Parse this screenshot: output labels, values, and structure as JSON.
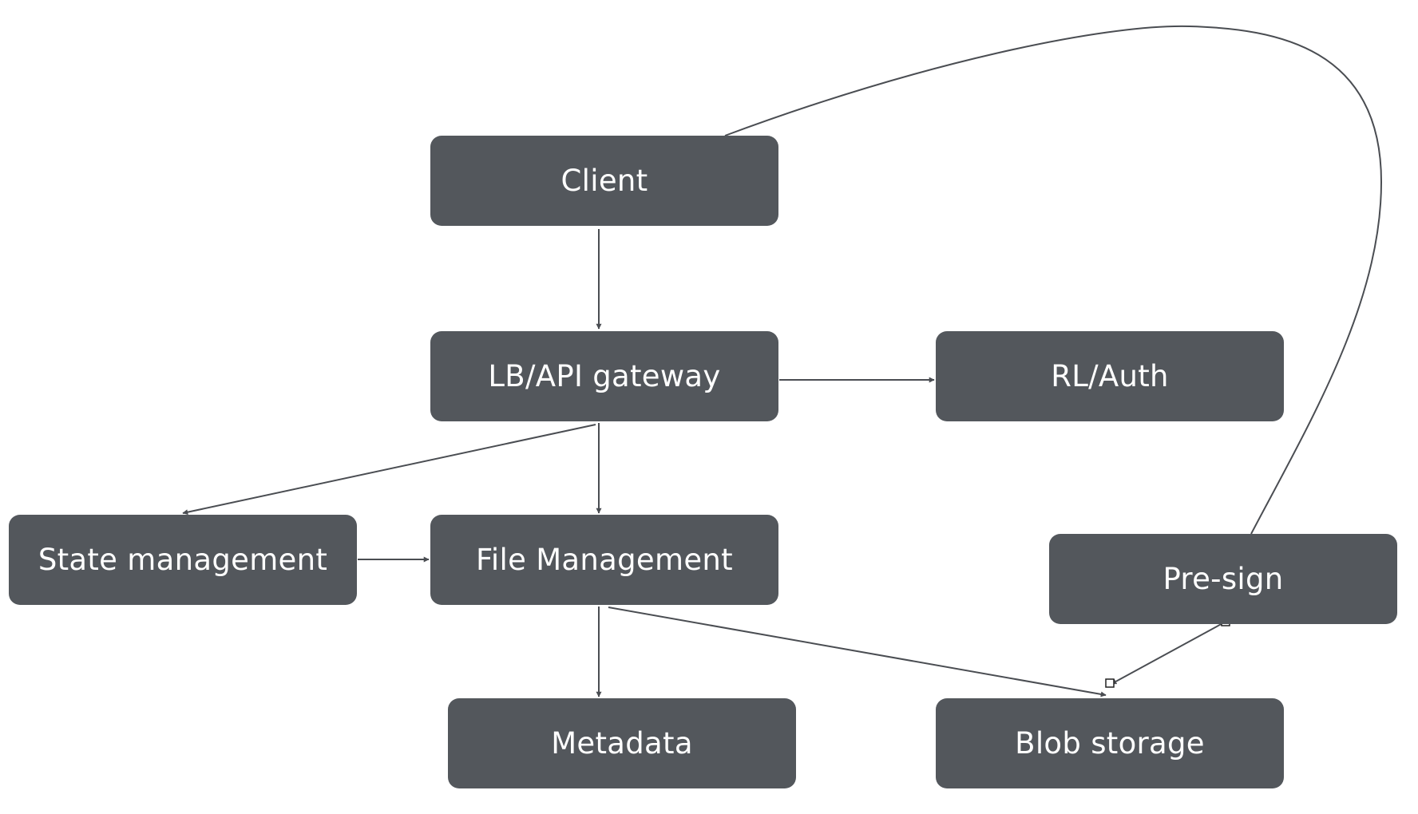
{
  "nodes": {
    "client": "Client",
    "gateway": "LB/API gateway",
    "rlauth": "RL/Auth",
    "state": "State management",
    "filemgmt": "File Management",
    "presign": "Pre-sign",
    "metadata": "Metadata",
    "blob": "Blob storage"
  },
  "colors": {
    "node_fill": "#53575c",
    "node_text": "#ffffff",
    "edge": "#4a4d52",
    "background": "#ffffff"
  }
}
